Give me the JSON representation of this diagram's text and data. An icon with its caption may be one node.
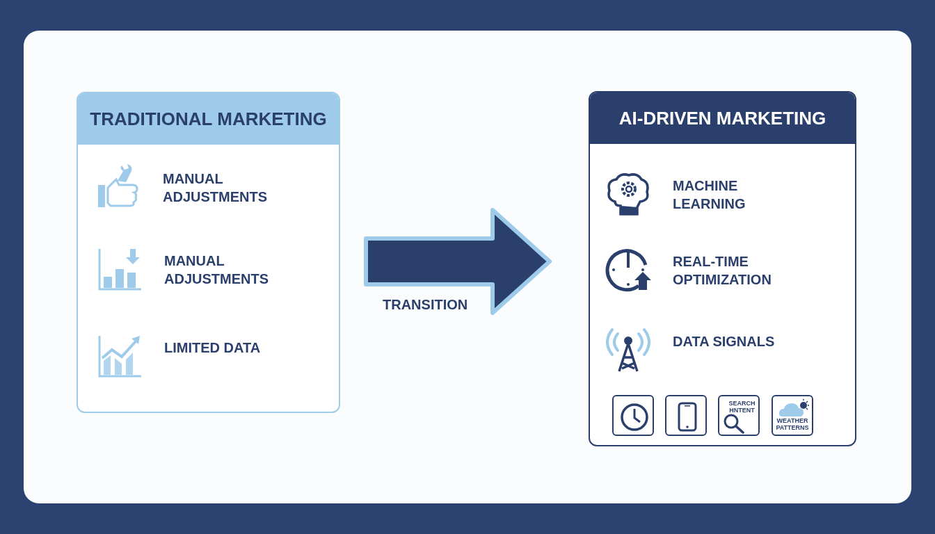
{
  "diagram": {
    "nodes": [
      {
        "text": [
          "TRADITIONAL MARKETING"
        ]
      },
      {
        "text": [
          "AI-DRIVEN MARKETING"
        ]
      },
      {
        "text": [],
        "shape": "box",
        "in": 1
      },
      {
        "text": [],
        "shape": "box",
        "in": 1
      },
      {
        "text": [
          "SEARCH HNTENT"
        ],
        "in": 1
      },
      {
        "text": [
          "WEATHER PATTERNS"
        ],
        "in": 1
      }
    ],
    "edges": [
      {
        "from": 0,
        "to": 1,
        "arrow": "to",
        "style": "thick",
        "label": "TRANSITION"
      }
    ],
    "labels": [
      "MANUAL ADJUSTMENTS",
      "MANUAL ADJUSTMENTS",
      "LIMITED DATA",
      "MACHINE LEARNING",
      "REAL-TIME OPTIMIZATION",
      "DATA SIGNALS"
    ]
  }
}
